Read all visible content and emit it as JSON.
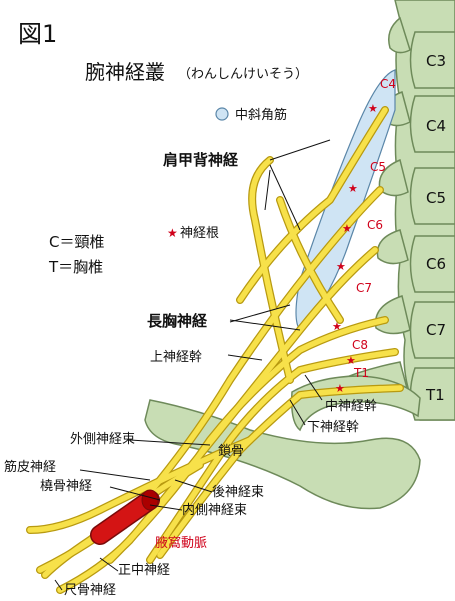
{
  "figure_label": "図1",
  "title": "腕神経叢",
  "title_reading": "（わんしんけいそう）",
  "legend": {
    "muscle": "中斜角筋",
    "root_mark": "神経根",
    "c_def": "C＝頸椎",
    "t_def": "T＝胸椎"
  },
  "nerves": {
    "dorsal_scapular": "肩甲背神経",
    "long_thoracic": "長胸神経",
    "upper_trunk": "上神経幹",
    "middle_trunk": "中神経幹",
    "lower_trunk": "下神経幹",
    "clavicle": "鎖骨",
    "lateral_cord": "外側神経束",
    "posterior_cord": "後神経束",
    "medial_cord": "内側神経束",
    "musculocutaneous": "筋皮神経",
    "radial": "橈骨神経",
    "axillary_artery": "腋窩動脈",
    "median": "正中神経",
    "ulnar": "尺骨神経"
  },
  "roots": [
    "C4",
    "C5",
    "C6",
    "C7",
    "C8",
    "T1"
  ],
  "vertebrae": [
    "C3",
    "C4",
    "C5",
    "C6",
    "C7",
    "T1"
  ],
  "colors": {
    "nerve": "#f7e14a",
    "nerve_outline": "#b89a10",
    "bone": "#c8ddb4",
    "bone_outline": "#6e8a5a",
    "muscle": "#cfe4f4",
    "artery": "#d41414",
    "root_label": "#d0021b"
  }
}
